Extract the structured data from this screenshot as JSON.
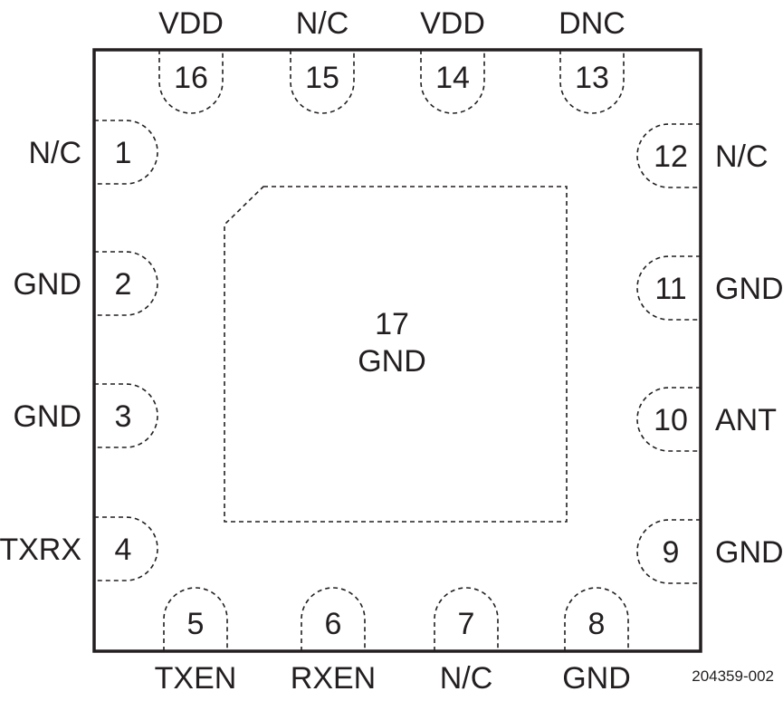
{
  "package": {
    "pins": [
      {
        "num": "1",
        "name": "N/C",
        "side": "left"
      },
      {
        "num": "2",
        "name": "GND",
        "side": "left"
      },
      {
        "num": "3",
        "name": "GND",
        "side": "left"
      },
      {
        "num": "4",
        "name": "TXRX",
        "side": "left"
      },
      {
        "num": "5",
        "name": "TXEN",
        "side": "bottom"
      },
      {
        "num": "6",
        "name": "RXEN",
        "side": "bottom"
      },
      {
        "num": "7",
        "name": "N/C",
        "side": "bottom"
      },
      {
        "num": "8",
        "name": "GND",
        "side": "bottom"
      },
      {
        "num": "9",
        "name": "GND",
        "side": "right"
      },
      {
        "num": "10",
        "name": "ANT",
        "side": "right"
      },
      {
        "num": "11",
        "name": "GND",
        "side": "right"
      },
      {
        "num": "12",
        "name": "N/C",
        "side": "right"
      },
      {
        "num": "13",
        "name": "DNC",
        "side": "top"
      },
      {
        "num": "14",
        "name": "VDD",
        "side": "top"
      },
      {
        "num": "15",
        "name": "N/C",
        "side": "top"
      },
      {
        "num": "16",
        "name": "VDD",
        "side": "top"
      }
    ],
    "exposed_pad": {
      "num": "17",
      "name": "GND"
    },
    "colors": {
      "line": "#231f20",
      "background": "#ffffff"
    }
  },
  "figure_id": "204359-002"
}
